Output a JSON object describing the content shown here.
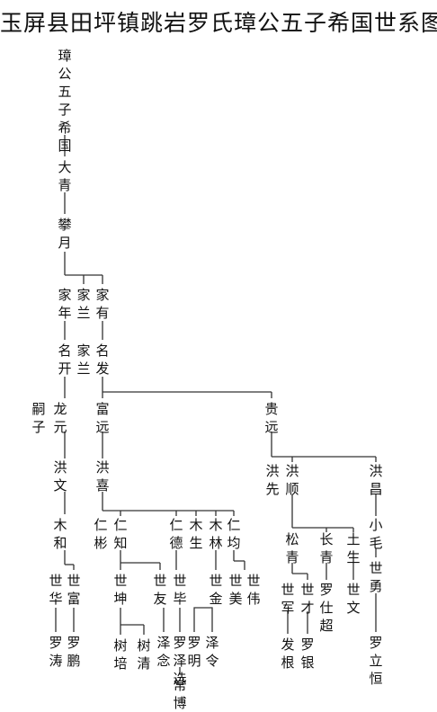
{
  "title": "玉屏县田坪镇跳岩罗氏璋公五子希国世系图",
  "names": {
    "root": "璋公五子希国",
    "dqing": "大青",
    "pyue": "攀月",
    "jnian": "家年",
    "jlan1": "家兰",
    "jyou": "家有",
    "mkai": "名开",
    "jlan2": "家兰",
    "mfa": "名发",
    "szi": "嗣子",
    "lyuan": "龙元",
    "fyuan": "富远",
    "gyuan": "贵远",
    "hwen": "洪文",
    "hxi": "洪喜",
    "hxian": "洪先",
    "hshun": "洪顺",
    "hchang": "洪昌",
    "mhe": "木和",
    "rbiao": "仁彬",
    "rzhi": "仁知",
    "rde": "仁德",
    "msheng": "木生",
    "mlin": "木林",
    "rjun": "仁均",
    "sqing": "松青",
    "cqing": "长青",
    "tsheng": "土生",
    "xmao": "小毛",
    "shua": "世华",
    "sfu": "世富",
    "skun": "世坤",
    "syou": "世友",
    "sbi": "世毕",
    "sjin": "世金",
    "smei": "世美",
    "swei": "世伟",
    "sjun": "世军",
    "scai": "世才",
    "lshichao": "罗仕超",
    "swen": "世文",
    "syong": "世勇",
    "ltao": "罗涛",
    "lpeng": "罗鹏",
    "spei": "树培",
    "sqing2": "树清",
    "znian": "泽念",
    "lzexuan": "罗泽选",
    "lming": "罗明",
    "zling": "泽令",
    "cbo": "常博",
    "fgen": "发根",
    "lyin": "罗银",
    "llh": "罗立恒"
  }
}
